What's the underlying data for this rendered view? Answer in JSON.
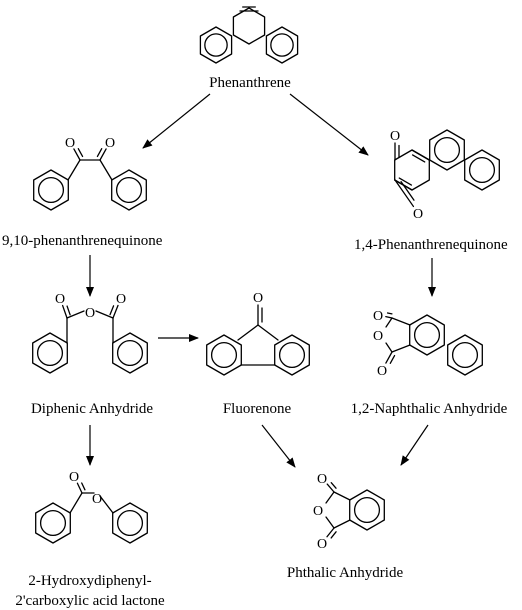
{
  "compounds": {
    "phenanthrene": "Phenanthrene",
    "pq910": "9,10-phenanthrenequinone",
    "pq14": "1,4-Phenanthrenequinone",
    "diphenic": "Diphenic Anhydride",
    "fluorenone": "Fluorenone",
    "naphthalic": "1,2-Naphthalic Anhydride",
    "lactone_line1": "2-Hydroxydiphenyl-",
    "lactone_line2": "2'carboxylic acid lactone",
    "phthalic": "Phthalic Anhydride"
  },
  "atoms": {
    "oxygen": "O"
  },
  "reactions": [
    {
      "from": "Phenanthrene",
      "to": "9,10-phenanthrenequinone"
    },
    {
      "from": "Phenanthrene",
      "to": "1,4-Phenanthrenequinone"
    },
    {
      "from": "9,10-phenanthrenequinone",
      "to": "Diphenic Anhydride"
    },
    {
      "from": "1,4-Phenanthrenequinone",
      "to": "1,2-Naphthalic Anhydride"
    },
    {
      "from": "Diphenic Anhydride",
      "to": "Fluorenone"
    },
    {
      "from": "Diphenic Anhydride",
      "to": "2-Hydroxydiphenyl-2'carboxylic acid lactone"
    },
    {
      "from": "Fluorenone",
      "to": "Phthalic Anhydride"
    },
    {
      "from": "1,2-Naphthalic Anhydride",
      "to": "Phthalic Anhydride"
    }
  ]
}
